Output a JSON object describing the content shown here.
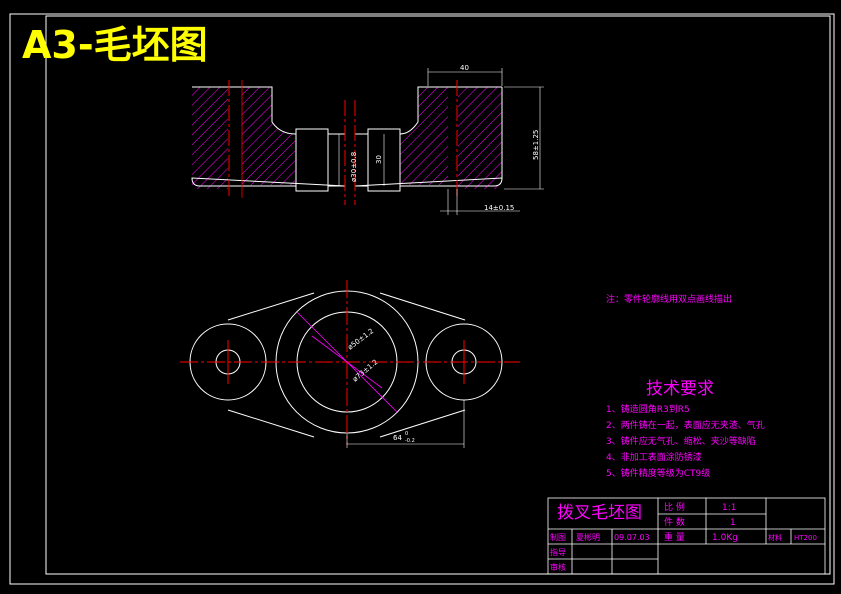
{
  "sheet_title": "A3-毛坯图",
  "note": "注：零件轮廓线用双点画线描出",
  "tech_requirements": {
    "heading": "技术要求",
    "items": [
      "1、铸造圆角R3到R5",
      "2、两件铸在一起，表面应无夹渣、气孔",
      "3、铸件应无气孔、缩松、夹沙等缺陷",
      "4、非加工表面涂防锈漆",
      "5、铸件精度等级为CT9级"
    ]
  },
  "dimensions": {
    "top_width": "40",
    "overall_height": "58±1.25",
    "bore_dia": "ø30±0.8",
    "bore_len": "30",
    "bottom_offset": "14±0.15",
    "hub_inner_dia": "ø50±1.2",
    "hub_outer_dia": "ø73±1.2",
    "center_distance": "64",
    "center_tol_upper": "0",
    "center_tol_lower": "-0.2"
  },
  "title_block": {
    "part_name": "拨叉毛坯图",
    "scale_label": "比 例",
    "scale_value": "1:1",
    "qty_label": "件 数",
    "qty_value": "1",
    "drawn_label": "制图",
    "drawn_name": "夏彬明",
    "drawn_date": "09.07.03",
    "weight_label": "重 量",
    "weight_value": "1.0Kg",
    "material_label": "材料",
    "material_value": "HT200",
    "guide_label": "指导",
    "review_label": "审核"
  },
  "colors": {
    "background": "#000000",
    "outline": "#ffffff",
    "title_yellow": "#ffff00",
    "hatch_magenta": "#ff00ff",
    "centerline_red": "#ff0000"
  }
}
